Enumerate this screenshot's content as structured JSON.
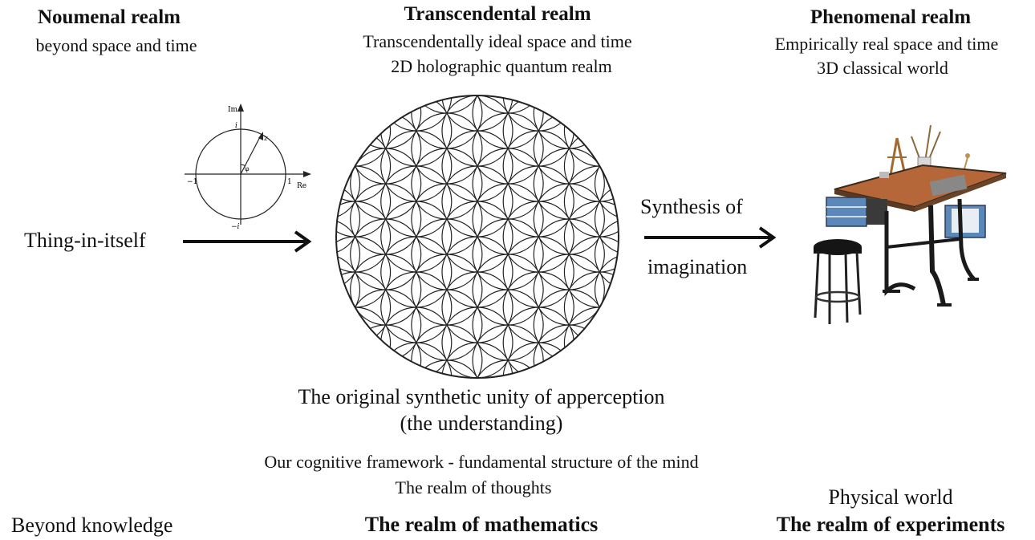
{
  "noumenal": {
    "title": "Noumenal realm",
    "subtitle": "beyond space and time",
    "thing": "Thing-in-itself",
    "footer": "Beyond knowledge"
  },
  "transcendental": {
    "title": "Transcendental realm",
    "line1": "Transcendentally ideal space and time",
    "line2": "2D holographic quantum realm",
    "unity1": "The original synthetic unity of apperception",
    "unity2": "(the understanding)",
    "framework1": "Our cognitive framework - fundamental structure of the mind",
    "framework2": "The realm of thoughts",
    "footer": "The realm of mathematics"
  },
  "phenomenal": {
    "title": "Phenomenal realm",
    "line1": "Empirically real space and time",
    "line2": "3D classical world",
    "synthesis1": "Synthesis of",
    "synthesis2": "imagination",
    "footer1": "Physical world",
    "footer2": "The realm of experiments"
  },
  "unit_circle": {
    "im_label": "Im",
    "re_label": "Re",
    "i_label": "i",
    "neg_i_label": "−i",
    "one_label": "1",
    "neg_one_label": "−1",
    "z_label": "z",
    "phi_label": "φ"
  },
  "colors": {
    "text": "#111111",
    "desk_top": "#b5673a",
    "desk_frame": "#1a1a1a",
    "drawer_blue": "#5b88b8"
  }
}
